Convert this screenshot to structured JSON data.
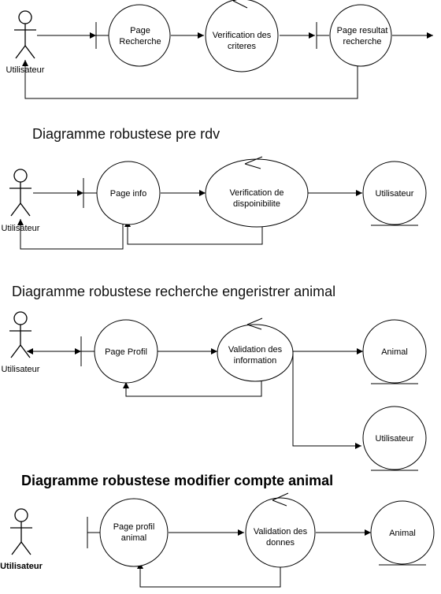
{
  "diagrams": [
    {
      "title": "",
      "actor": "Utilisateur",
      "nodes": [
        "Page|Recherche",
        "Verification des|criteres",
        "Page resultat|recherche"
      ]
    },
    {
      "title": "Diagramme robustese pre rdv",
      "actor": "Utilisateur",
      "nodes": [
        "Page info",
        "Verification de|dispoinibilite",
        "Utilisateur"
      ]
    },
    {
      "title": "Diagramme robustese recherche engeristrer animal",
      "actor": "Utilisateur",
      "nodes": [
        "Page Profil",
        "Validation des|information",
        "Animal",
        "Utilisateur"
      ]
    },
    {
      "title": "Diagramme robustese modifier compte animal",
      "actor": "Utilisateur",
      "nodes": [
        "Page profil|animal",
        "Validation des|donnes",
        "Animal"
      ]
    }
  ]
}
